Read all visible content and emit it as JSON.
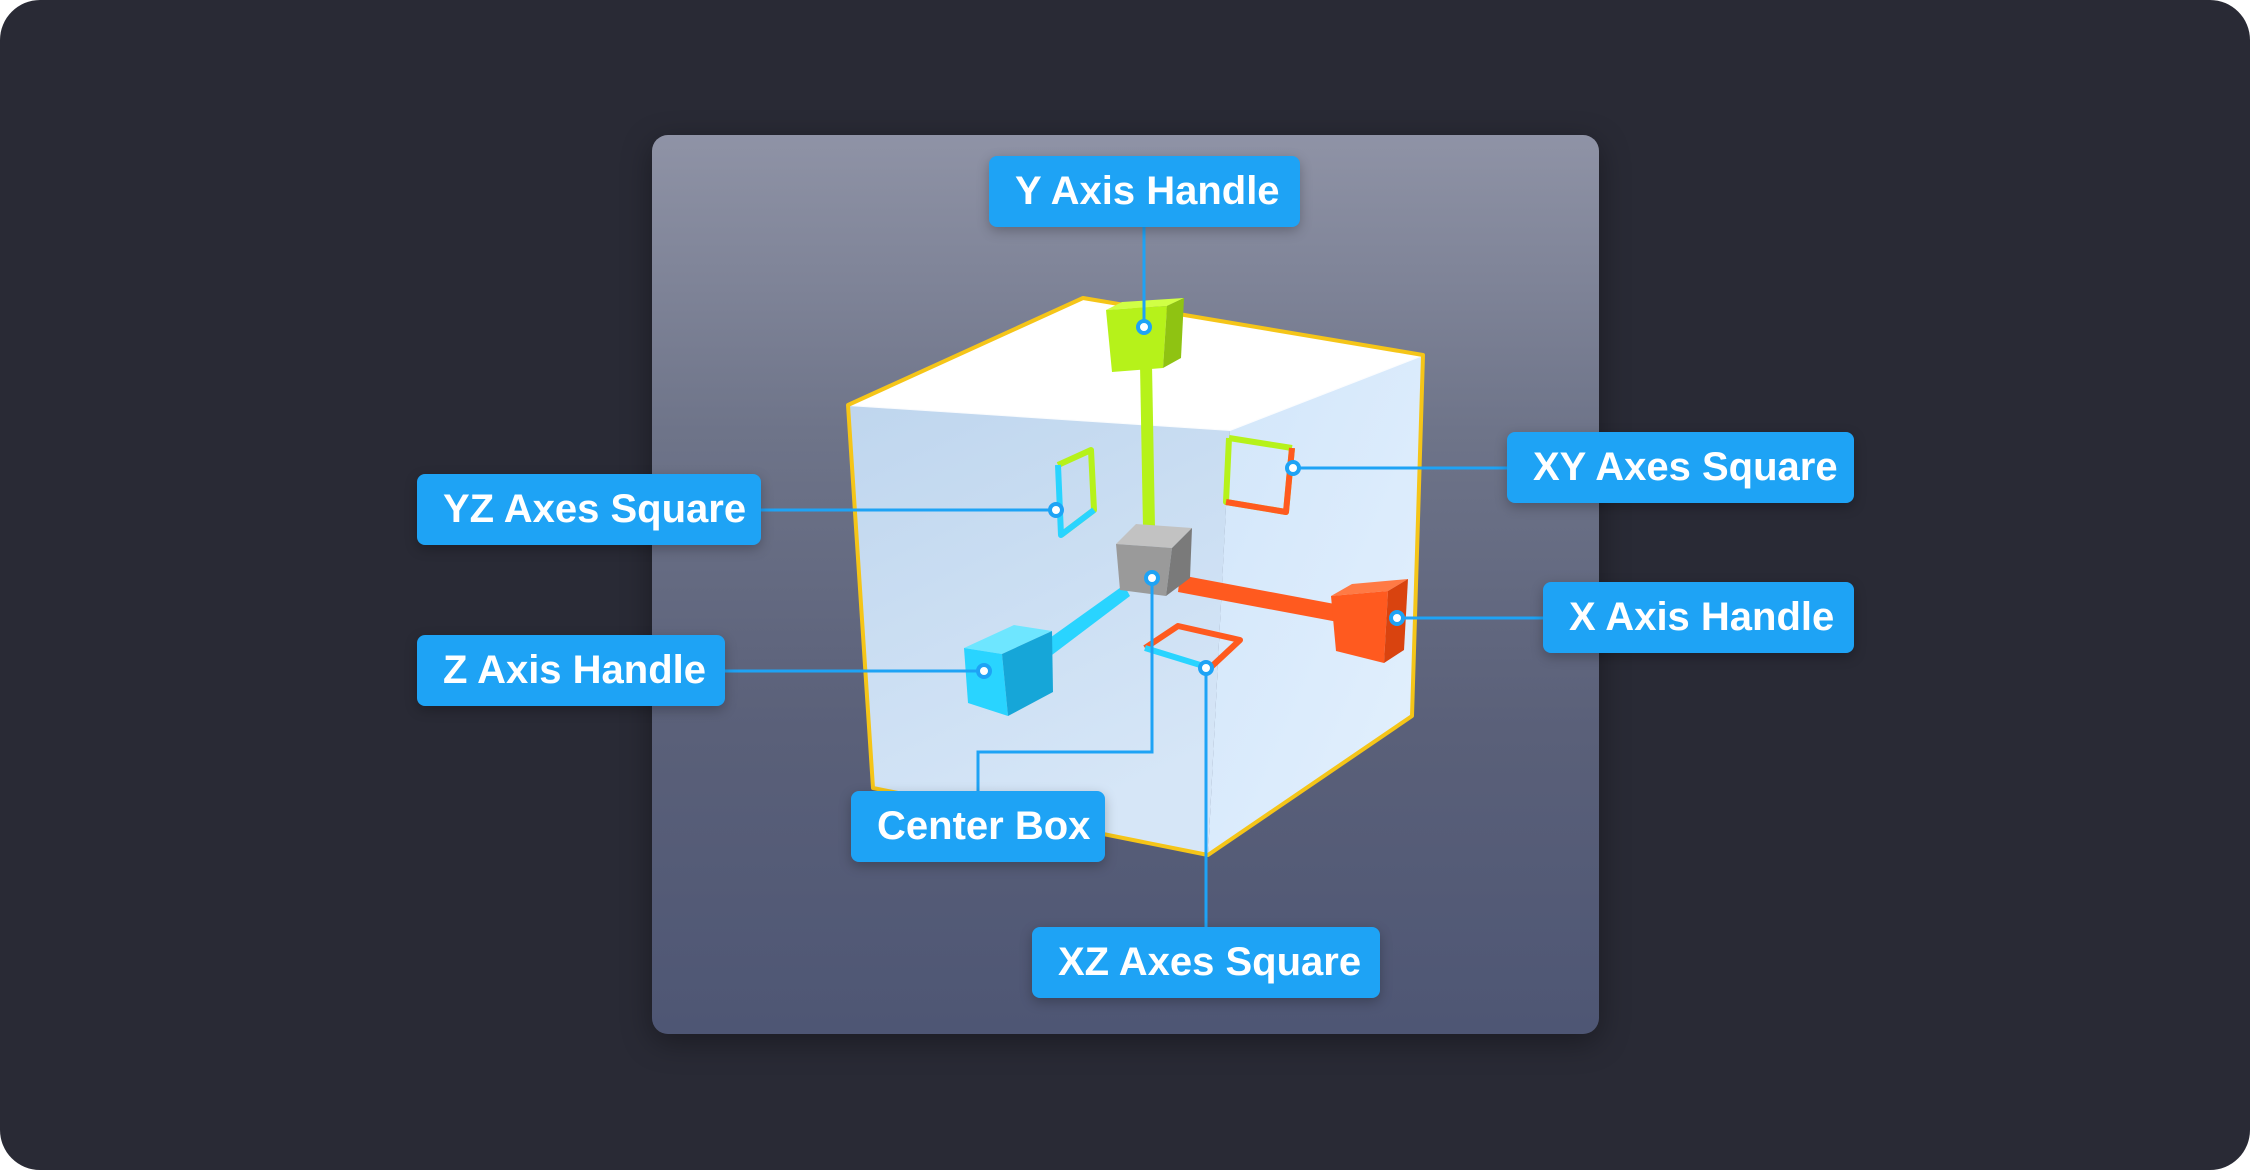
{
  "diagram": {
    "labels": {
      "y_axis_handle": "Y Axis Handle",
      "xy_axes_square": "XY Axes Square",
      "yz_axes_square": "YZ Axes Square",
      "x_axis_handle": "X Axis Handle",
      "z_axis_handle": "Z Axis Handle",
      "center_box": "Center Box",
      "xz_axes_square": "XZ Axes Square"
    },
    "colors": {
      "frame_background": "#292a35",
      "label_fill": "#1ea3f5",
      "label_text": "#ffffff",
      "connector": "#1ea3f5",
      "cube_outline": "#f5c518",
      "x_axis": "#ff5a1f",
      "y_axis": "#b6f21a",
      "z_axis": "#29d4ff",
      "center": "#9a9a9a"
    }
  }
}
